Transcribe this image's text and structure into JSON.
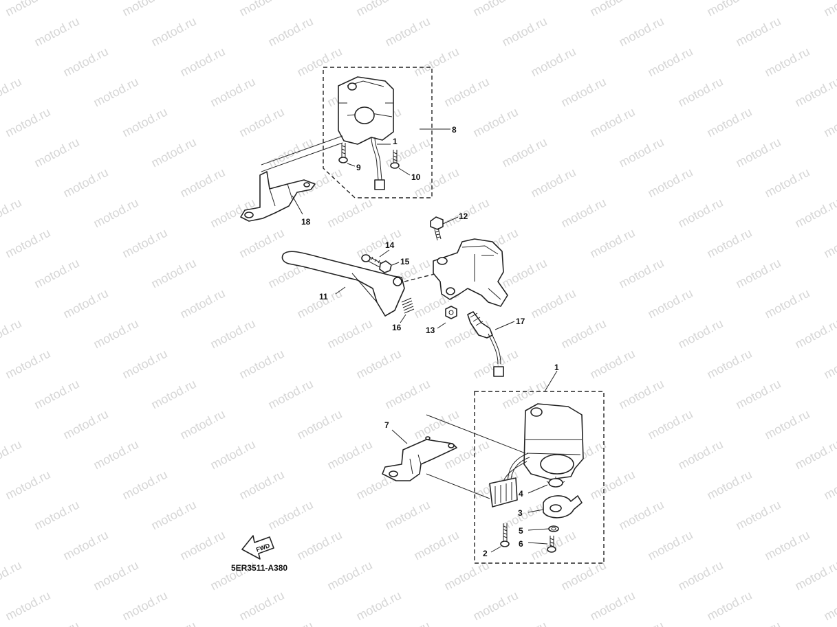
{
  "watermark": "motod.ru",
  "diagram_code": "5ER3511-A380",
  "fwd_label": "FWD",
  "callouts": [
    {
      "id": "c1a",
      "text": "1"
    },
    {
      "id": "c8",
      "text": "8"
    },
    {
      "id": "c9",
      "text": "9"
    },
    {
      "id": "c10",
      "text": "10"
    },
    {
      "id": "c18",
      "text": "18"
    },
    {
      "id": "c12",
      "text": "12"
    },
    {
      "id": "c14",
      "text": "14"
    },
    {
      "id": "c15",
      "text": "15"
    },
    {
      "id": "c11",
      "text": "11"
    },
    {
      "id": "c16",
      "text": "16"
    },
    {
      "id": "c13",
      "text": "13"
    },
    {
      "id": "c17",
      "text": "17"
    },
    {
      "id": "c1b",
      "text": "1"
    },
    {
      "id": "c7",
      "text": "7"
    },
    {
      "id": "c4",
      "text": "4"
    },
    {
      "id": "c3",
      "text": "3"
    },
    {
      "id": "c5",
      "text": "5"
    },
    {
      "id": "c6",
      "text": "6"
    },
    {
      "id": "c2",
      "text": "2"
    }
  ]
}
